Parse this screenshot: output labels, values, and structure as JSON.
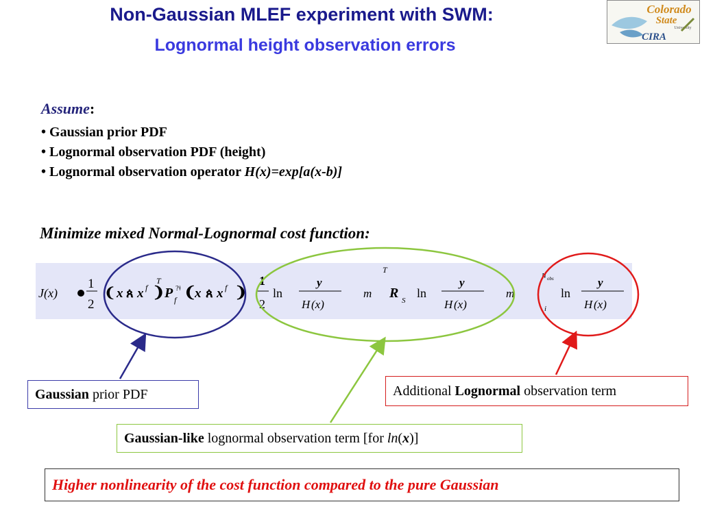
{
  "title": {
    "line1": "Non-Gaussian MLEF experiment with SWM:",
    "line2": "Lognormal height observation errors"
  },
  "logo": {
    "name": "colorado-state-cira-logo",
    "text_colorado": "Colorado",
    "text_state": "State",
    "text_university": "University",
    "text_cira": "CIRA"
  },
  "assume": {
    "heading": "Assume",
    "colon": ":",
    "bullets": [
      "Gaussian prior PDF",
      "Lognormal observation PDF (height)"
    ],
    "bullet3_prefix": "Lognormal observation operator ",
    "bullet3_formula": "H(x)=exp[a(x-b)]"
  },
  "minimize_heading": "Minimize mixed Normal-Lognormal cost function:",
  "equation": {
    "lhs": "J(x)",
    "half": "1",
    "two": "2",
    "ln": "ln",
    "y": "y",
    "x": "x",
    "f_sup": "f",
    "T_sup": "T",
    "P": "P",
    "f_sub": "f",
    "R": "R",
    "S_sub": "S",
    "m": "m",
    "N_obs": "N",
    "obs_sub": "obs",
    "i_sub": "i",
    "Hx": "(x)"
  },
  "callouts": {
    "gaussian_prior": {
      "bold": "Gaussian",
      "rest": " prior PDF"
    },
    "additional_lognormal": {
      "pre": "Additional ",
      "bold": "Lognormal",
      "rest": " observation term"
    },
    "gaussian_like": {
      "bold": "Gaussian-like",
      "rest": " lognormal observation term [for ",
      "ln": "ln",
      "paren_open": "(",
      "x": "x",
      "paren_close": ")]"
    },
    "higher_nonlinearity": "Higher nonlinearity of the cost function compared to the pure Gaussian"
  },
  "colors": {
    "title_dark_blue": "#1a1a8c",
    "title_blue": "#3a3adf",
    "ellipse_blue": "#2a2a8a",
    "ellipse_green": "#8cc63f",
    "ellipse_red": "#e01a1a",
    "highlight_red": "#e01010",
    "equation_band": "#e4e6f8"
  }
}
